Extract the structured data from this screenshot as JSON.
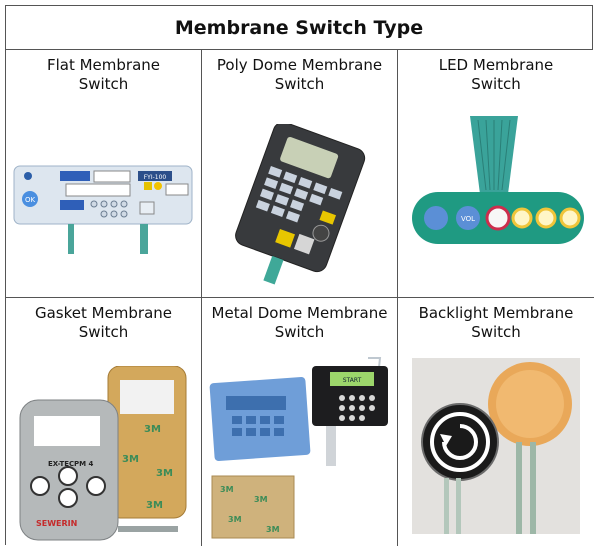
{
  "table": {
    "title": "Membrane Switch Type",
    "cells": [
      {
        "line1": "Flat Membrane",
        "line2": "Switch",
        "image": "flat-membrane-switch-photo"
      },
      {
        "line1": "Poly Dome Membrane",
        "line2": "Switch",
        "image": "poly-dome-membrane-switch-photo"
      },
      {
        "line1": "LED Membrane",
        "line2": "Switch",
        "image": "led-membrane-switch-photo"
      },
      {
        "line1": "Gasket Membrane",
        "line2": "Switch",
        "image": "gasket-membrane-switch-photo"
      },
      {
        "line1": "Metal Dome Membrane",
        "line2": "Switch",
        "image": "metal-dome-membrane-switch-photo"
      },
      {
        "line1": "Backlight Membrane",
        "line2": "Switch",
        "image": "backlight-membrane-switch-photo"
      }
    ]
  },
  "photo_text": {
    "flat_model": "FYI-100",
    "gasket_brand": "EX-TEC",
    "gasket_model": "PM 4",
    "gasket_maker": "SEWERIN",
    "metal_display": "START"
  }
}
